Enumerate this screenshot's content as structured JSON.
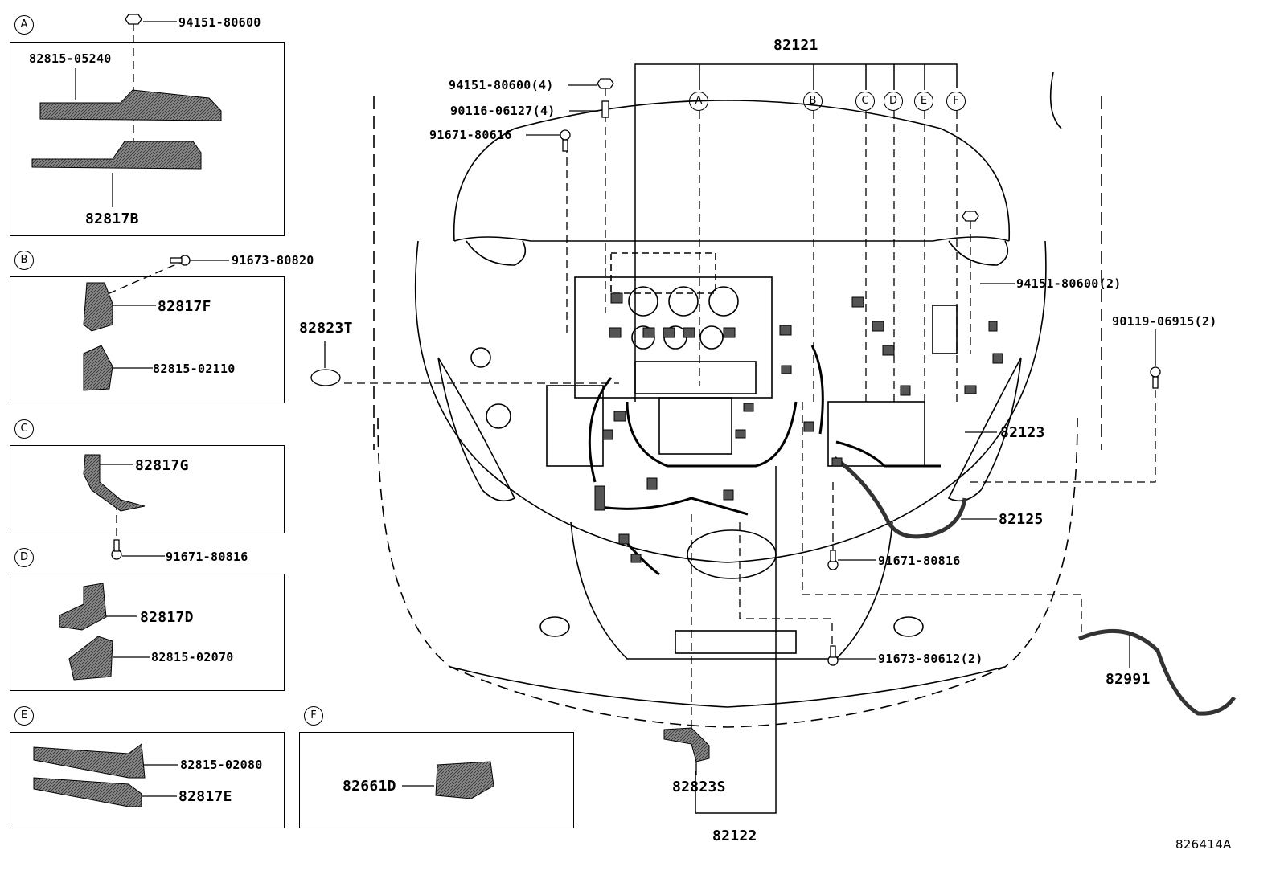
{
  "panels": {
    "A": {
      "letter": "A",
      "parts": [
        "94151-80600",
        "82815-05240",
        "82817B"
      ]
    },
    "B": {
      "letter": "B",
      "parts": [
        "91673-80820",
        "82817F",
        "82815-02110"
      ]
    },
    "C": {
      "letter": "C",
      "parts": [
        "82817G",
        "91671-80816"
      ]
    },
    "D": {
      "letter": "D",
      "parts": [
        "82817D",
        "82815-02070"
      ]
    },
    "E": {
      "letter": "E",
      "parts": [
        "82815-02080",
        "82817E"
      ]
    },
    "F": {
      "letter": "F",
      "parts": [
        "82661D"
      ]
    }
  },
  "main": {
    "top_assembly": "82121",
    "branch_letters": [
      "A",
      "B",
      "C",
      "D",
      "E",
      "F"
    ],
    "left_fasteners": [
      "94151-80600(4)",
      "90116-06127(4)",
      "91671-80616"
    ],
    "part_82823T": "82823T",
    "right_parts": [
      "94151-80600(2)",
      "90119-06915(2)",
      "82123",
      "82125",
      "91671-80816",
      "91673-80612(2)",
      "82991"
    ],
    "bottom_parts": [
      "82823S",
      "82122"
    ],
    "diagram_id": "826414A"
  }
}
